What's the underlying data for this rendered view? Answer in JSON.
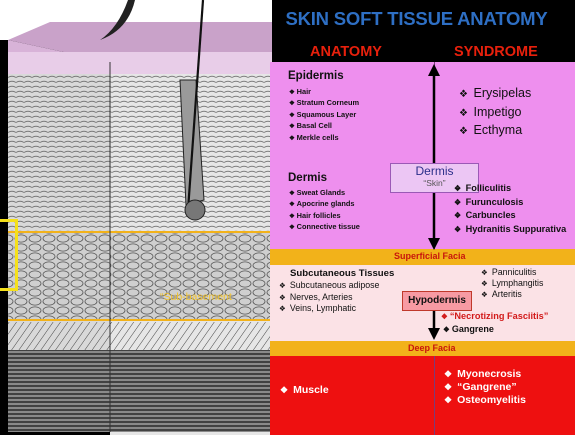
{
  "title": "SKIN SOFT TISSUE ANATOMY",
  "columns": {
    "anatomy": "ANATOMY",
    "syndrome": "SYNDROME"
  },
  "epidermis": {
    "heading": "Epidermis",
    "items": [
      "Hair",
      "Stratum Corneum",
      "Squamous Layer",
      "Basal Cell",
      "Merkle cells"
    ],
    "syndromes": [
      "Erysipelas",
      "Impetigo",
      "Ecthyma"
    ]
  },
  "dermis_box": {
    "label": "Dermis",
    "sublabel": "“Skin”"
  },
  "dermis": {
    "heading": "Dermis",
    "items": [
      "Sweat Glands",
      "Apocrine glands",
      "Hair follicles",
      "Connective tissue"
    ],
    "syndromes": [
      "Folliculitis",
      "Furunculosis",
      "Carbuncles",
      "Hydranitis Suppurativa"
    ]
  },
  "superficial_facia": "Superficial Facia",
  "subcutaneous": {
    "heading": "Subcutaneous Tissues",
    "items": [
      "Subcutaneous adipose",
      "Nerves, Arteries",
      "Veins, Lymphatic"
    ],
    "syndromes": [
      "Panniculitis",
      "Lymphangitis",
      "Arteritis"
    ],
    "necrotizing": "“Necrotizing Fasciitis”",
    "gangrene": "Gangrene"
  },
  "hypodermis_box": "Hypodermis",
  "deep_facia": "Deep Facia",
  "muscle": {
    "label": "Muscle",
    "syndromes": [
      "Myonecrosis",
      "“Gangrene”",
      "Osteomyelitis"
    ]
  },
  "illustration": {
    "sub_basement": "“Sub-basement"
  },
  "colors": {
    "title": "#2e6fc4",
    "headers": "#e8200c",
    "epidermis_band": "#ee8fee",
    "facia_band": "#f2b21a",
    "subcutaneous_band": "#fbe2e6",
    "muscle_band": "#ee1010"
  }
}
